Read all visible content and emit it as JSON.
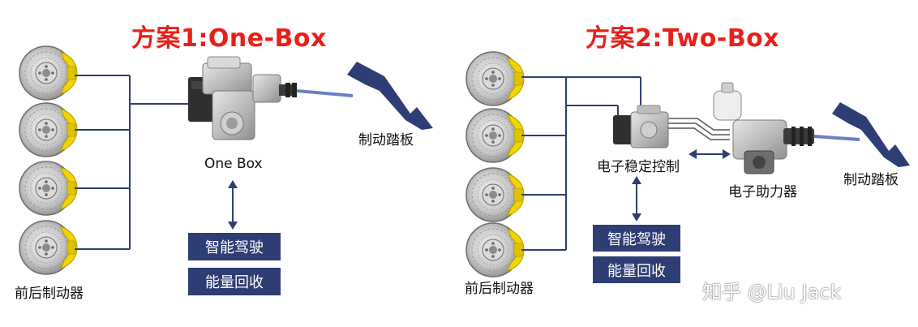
{
  "scheme1": {
    "title": "方案1:One-Box",
    "device_label": "One Box",
    "pedal_label": "制动踏板",
    "brakes_label": "前后制动器",
    "functions": [
      "智能驾驶",
      "能量回收"
    ]
  },
  "scheme2": {
    "title": "方案2:Two-Box",
    "esc_label": "电子稳定控制",
    "booster_label": "电子助力器",
    "pedal_label": "制动踏板",
    "brakes_label": "前后制动器",
    "functions": [
      "智能驾驶",
      "能量回收"
    ]
  },
  "watermark": "知乎 @Liu Jack",
  "colors": {
    "title": "#e8201a",
    "line": "#2e3d73",
    "function_box": "#2e3d73",
    "caliper": "#f2d400"
  }
}
